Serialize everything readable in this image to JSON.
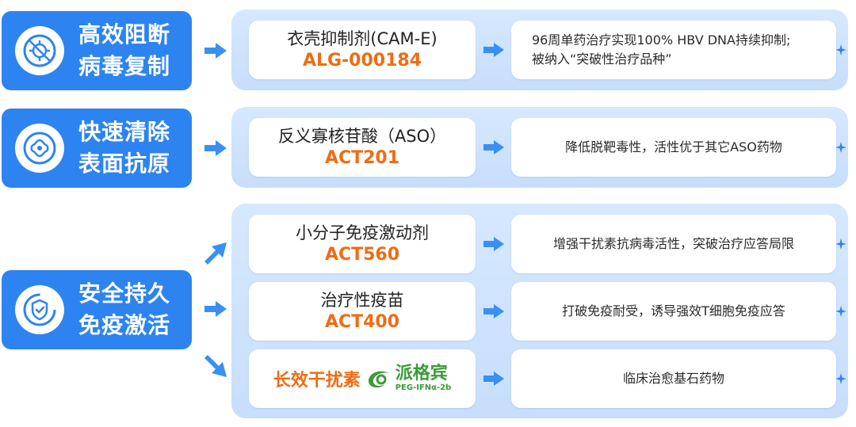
{
  "categories": [
    {
      "title": [
        "高效阻断",
        "病毒复制"
      ],
      "icon": "virus-block-icon"
    },
    {
      "title": [
        "快速清除",
        "表面抗原"
      ],
      "icon": "antigen-clear-icon"
    },
    {
      "title": [
        "安全持久",
        "免疫激活"
      ],
      "icon": "shield-immune-icon"
    }
  ],
  "rows": [
    {
      "class": "衣壳抑制剂(CAM-E)",
      "code": "ALG-000184",
      "effect": [
        "96周单药治疗实现100% HBV DNA持续抑制;",
        "被纳入“突破性治疗品种”"
      ]
    },
    {
      "class": "反义寡核苷酸（ASO）",
      "code": "ACT201",
      "effect": [
        "降低脱靶毒性，活性优于其它ASO药物"
      ]
    },
    {
      "class": "小分子免疫激动剂",
      "code": "ACT560",
      "effect": [
        "增强干扰素抗病毒活性，突破治疗应答局限"
      ]
    },
    {
      "class": "治疗性疫苗",
      "code": "ACT400",
      "effect": [
        "打破免疫耐受，诱导强效T细胞免疫应答"
      ]
    },
    {
      "class": "长效干扰素",
      "brand": "派格宾",
      "brand_sub": "PEG-IFNα-2b",
      "effect": [
        "临床治愈基石药物"
      ]
    }
  ],
  "colors": {
    "primary": "#2d84f0",
    "accent": "#ef6c14",
    "brand_green": "#3d9b3a",
    "panel": "#d3e6fd"
  }
}
